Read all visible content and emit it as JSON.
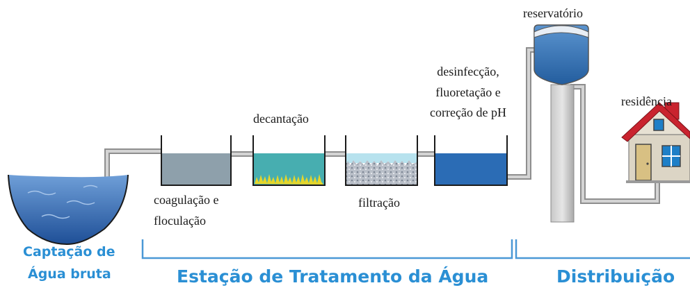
{
  "labels": {
    "reservatorio": "reservatório",
    "residencia": "residência",
    "desinfeccao_1": "desinfecção,",
    "desinfeccao_2": "fluoretação e",
    "desinfeccao_3": "correção de pH",
    "decantacao": "decantação",
    "coagulacao_1": "coagulação e",
    "coagulacao_2": "floculação",
    "filtracao": "filtração"
  },
  "sections": {
    "captacao_1": "Captação de",
    "captacao_2": "Água bruta",
    "estacao": "Estação de Tratamento da Água",
    "distribuicao": "Distribuição"
  },
  "colors": {
    "pipe": "#b0b0b0",
    "tank_outline": "#1a1a1a",
    "raw_water": "#2f6fb8",
    "coagulation_water": "#8fa3ad",
    "decantation_water": "#47aeb0",
    "sediment": "#e6d62a",
    "filter_media": "#aeb4bf",
    "treated_water": "#2b6cb5",
    "reservoir_water": "#3a7bc0",
    "tower": "#b8b8b8",
    "roof": "#c9232e",
    "house_wall": "#dcd5c5",
    "door": "#d8c083",
    "window": "#1e7fc7",
    "section_text": "#2a8fd4",
    "bracket": "#4a98d6"
  }
}
